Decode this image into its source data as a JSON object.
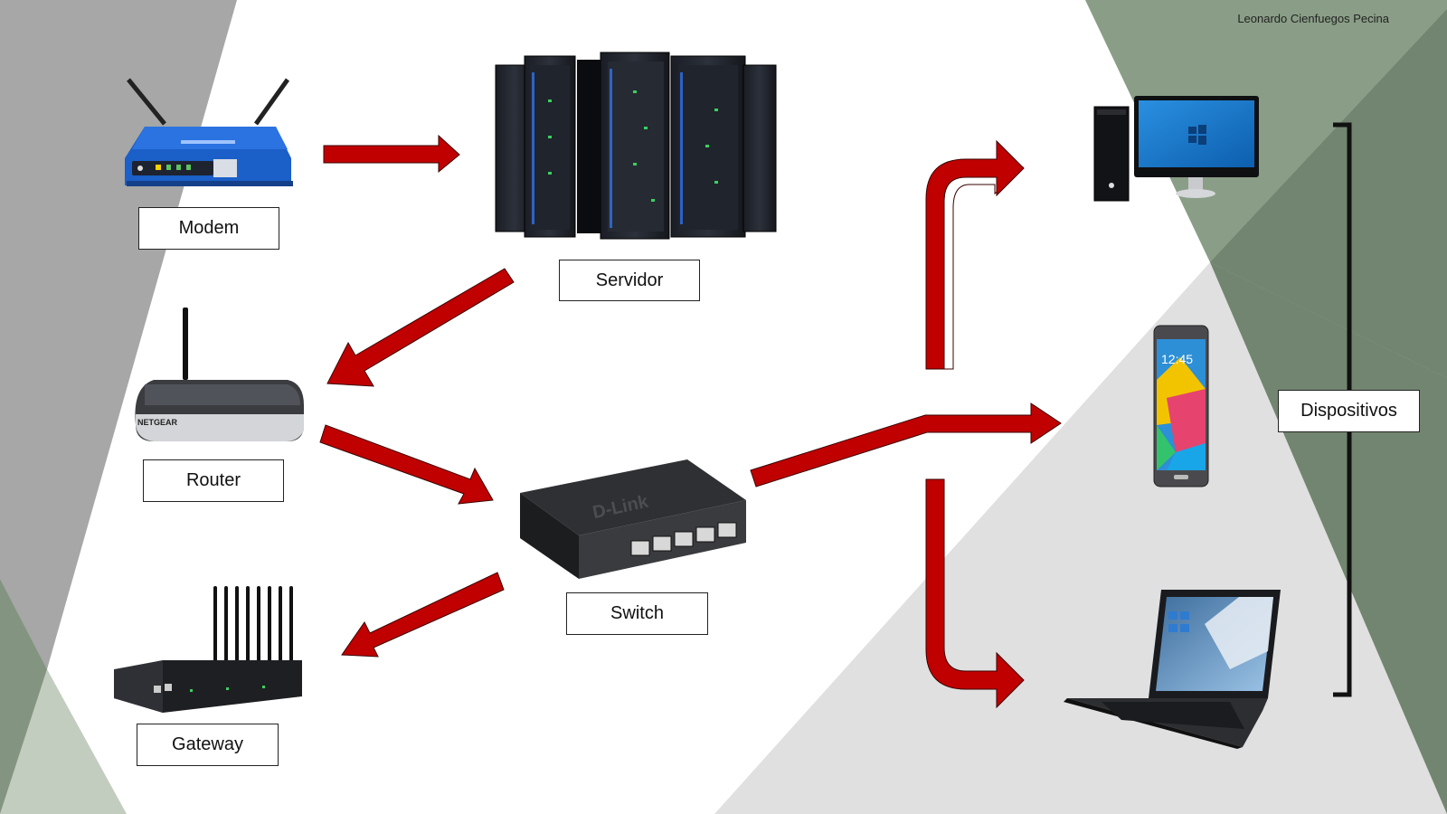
{
  "author": "Leonardo Cienfuegos Pecina",
  "nodes": {
    "modem": {
      "label": "Modem",
      "icon": "router-icon"
    },
    "server": {
      "label": "Servidor",
      "icon": "server-rack-icon"
    },
    "router": {
      "label": "Router",
      "icon": "wireless-router-icon"
    },
    "switch": {
      "label": "Switch",
      "icon": "network-switch-icon"
    },
    "gateway": {
      "label": "Gateway",
      "icon": "gateway-icon"
    },
    "desktop": {
      "icon": "desktop-computer-icon"
    },
    "phone": {
      "icon": "smartphone-icon"
    },
    "laptop": {
      "icon": "laptop-icon"
    }
  },
  "devices_group": {
    "label": "Dispositivos"
  },
  "connections": [
    {
      "from": "Modem",
      "to": "Servidor"
    },
    {
      "from": "Servidor",
      "to": "Router"
    },
    {
      "from": "Router",
      "to": "Switch"
    },
    {
      "from": "Switch",
      "to": "Gateway"
    },
    {
      "from": "Switch",
      "to": "Desktop"
    },
    {
      "from": "Switch",
      "to": "Phone"
    },
    {
      "from": "Switch",
      "to": "Laptop"
    }
  ],
  "colors": {
    "arrow": "#c00000",
    "arrow_outline": "#3a0000",
    "bg_left_gray": "#a6a7a6",
    "bg_sage": "#8a9e87",
    "bg_dark_sage": "#728570",
    "bg_light_gray": "#e0e0e0",
    "bg_pale_sage": "#c2cdbf"
  }
}
